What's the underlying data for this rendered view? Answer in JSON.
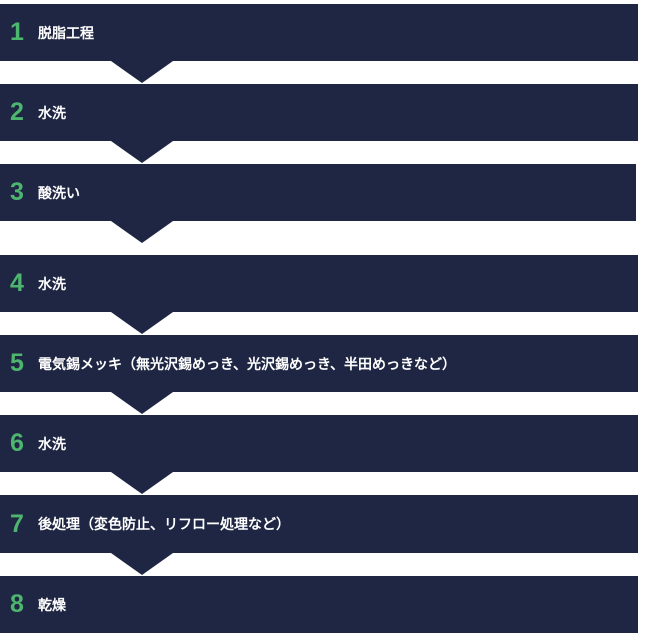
{
  "colors": {
    "box": "#1e2643",
    "number": "#4db56e",
    "text": "#ffffff"
  },
  "steps": [
    {
      "number": "1",
      "label": "脱脂工程"
    },
    {
      "number": "2",
      "label": "水洗"
    },
    {
      "number": "3",
      "label": "酸洗い"
    },
    {
      "number": "4",
      "label": "水洗"
    },
    {
      "number": "5",
      "label": "電気錫メッキ（無光沢錫めっき、光沢錫めっき、半田めっきなど）"
    },
    {
      "number": "6",
      "label": "水洗"
    },
    {
      "number": "7",
      "label": "後処理（変色防止、リフロー処理など）"
    },
    {
      "number": "8",
      "label": "乾燥"
    }
  ]
}
